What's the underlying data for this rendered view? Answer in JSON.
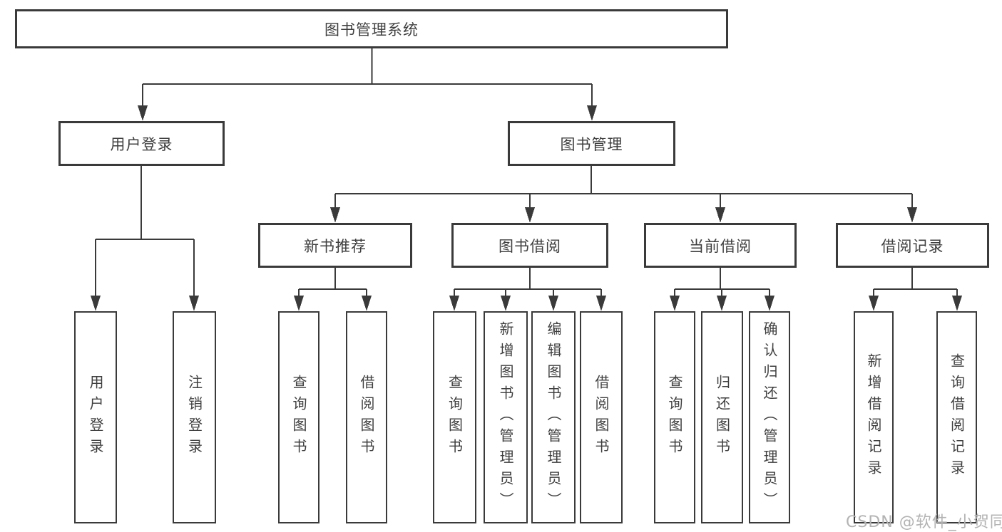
{
  "diagram": {
    "root": {
      "label": "图书管理系统"
    },
    "branches": [
      {
        "label": "用户登录",
        "children": [
          {
            "label": "用户登录"
          },
          {
            "label": "注销登录"
          }
        ]
      },
      {
        "label": "图书管理",
        "children": [
          {
            "label": "新书推荐",
            "children": [
              {
                "label": "查询图书"
              },
              {
                "label": "借阅图书"
              }
            ]
          },
          {
            "label": "图书借阅",
            "children": [
              {
                "label": "查询图书"
              },
              {
                "label": "新增图书（管理员）"
              },
              {
                "label": "编辑图书（管理员）"
              },
              {
                "label": "借阅图书"
              }
            ]
          },
          {
            "label": "当前借阅",
            "children": [
              {
                "label": "查询图书"
              },
              {
                "label": "归还图书"
              },
              {
                "label": "确认归还（管理员）"
              }
            ]
          },
          {
            "label": "借阅记录",
            "children": [
              {
                "label": "新增借阅记录"
              },
              {
                "label": "查询借阅记录"
              }
            ]
          }
        ]
      }
    ]
  },
  "watermark": {
    "text": "CSDN @软件_小贺同学"
  },
  "colors": {
    "line": "#3a3a3a",
    "text": "#3f3f3f",
    "watermark": "#b3b3b3",
    "background": "#ffffff"
  }
}
